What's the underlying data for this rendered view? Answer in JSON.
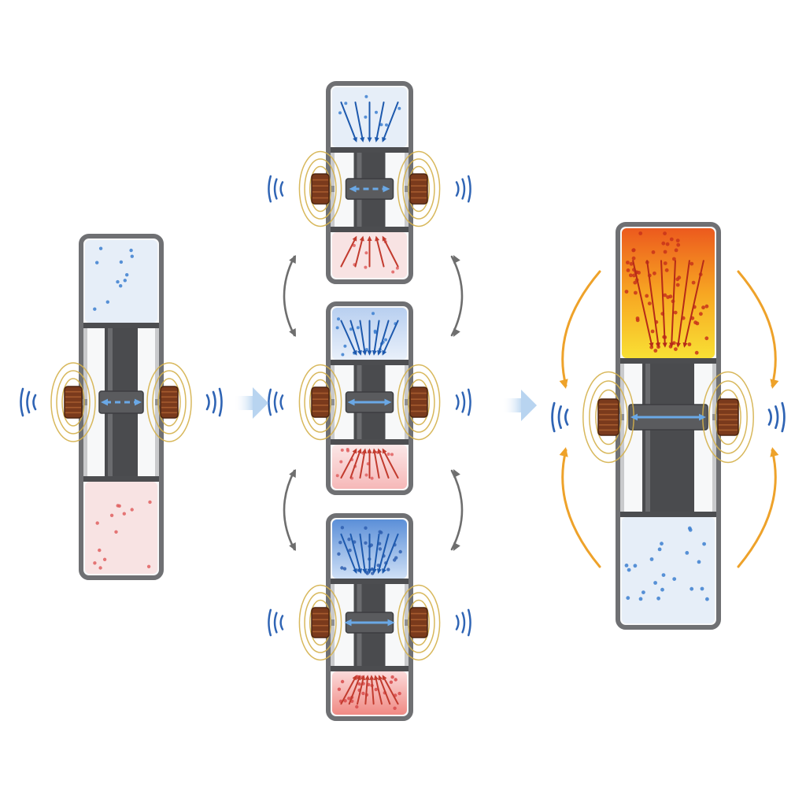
{
  "colors": {
    "background": "#ffffff",
    "frame": "#6f7073",
    "frame_dark": "#4c4d50",
    "piston": "#4a4b4e",
    "coil": "#7a3a1c",
    "coil_light": "#a55a2e",
    "field": "#d4b04a",
    "wave": "#2f64b4",
    "arrow_motion": "#6aa8e6",
    "stage_arrow": "#b8d4f0",
    "cycle_arrow": "#6e6e6e",
    "cold_gas": "#e6eef8",
    "cold_dot": "#3c7fd0",
    "cold_arrow": "#1d59ad",
    "warm_gas": "#f8e3e3",
    "warm_dot": "#e06060",
    "warm_arrow": "#c23b2e",
    "hot_top": "#ec5a1e",
    "hot_mid": "#f7a622",
    "hot_bottom": "#f9e034",
    "hot_arrow": "#b52a18",
    "feedback_arrow": "#eea22a"
  },
  "diagram": {
    "stages": [
      {
        "id": "initial",
        "icon": "resonator-icon",
        "state": "balanced"
      },
      {
        "id": "oscillation-1",
        "icon": "resonator-icon",
        "state": "low"
      },
      {
        "id": "oscillation-2",
        "icon": "resonator-icon",
        "state": "medium"
      },
      {
        "id": "oscillation-3",
        "icon": "resonator-icon",
        "state": "high"
      },
      {
        "id": "final",
        "icon": "resonator-icon",
        "state": "amplified"
      }
    ],
    "connectors": [
      {
        "from": "initial",
        "to": "oscillation",
        "icon": "stage-arrow-icon"
      },
      {
        "from": "oscillation",
        "to": "final",
        "icon": "stage-arrow-icon"
      }
    ],
    "cycle_icon": "cycle-arrow-icon",
    "feedback_icon": "feedback-arrow-icon",
    "wave_icon": "sound-wave-icon",
    "coil_icon": "coil-icon"
  }
}
